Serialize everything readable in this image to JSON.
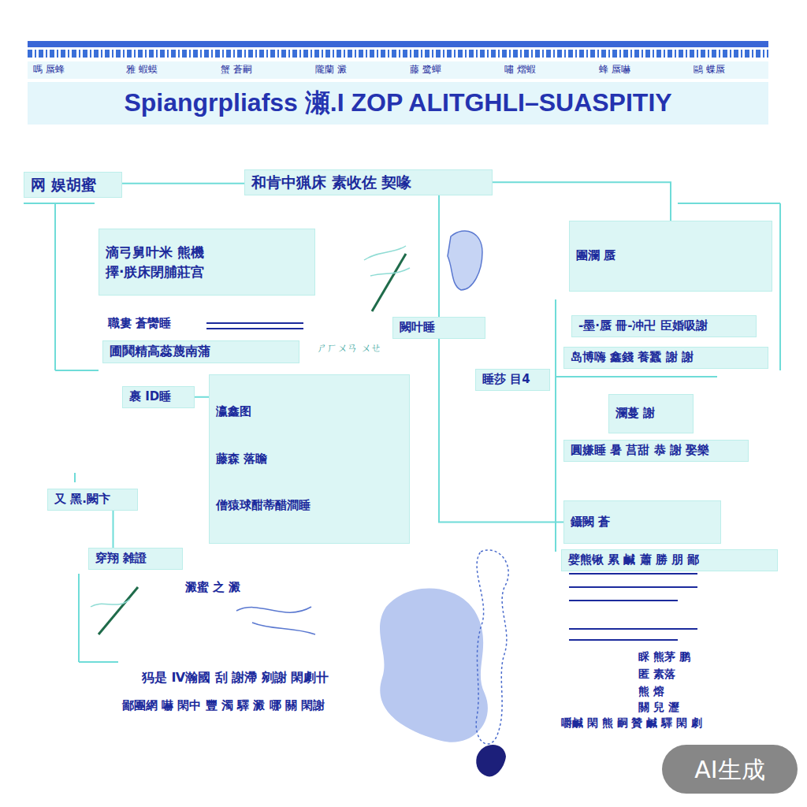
{
  "diagram": {
    "title": "Spiangrpliafss 瀬.I ZOP ALITGHLI–SUASPITIY",
    "nodes": [
      {
        "text": [
          "网 娱胡蜜"
        ]
      },
      {
        "text": [
          "和肯中猟床 素收佐 契喙"
        ]
      },
      {
        "text": [
          "滴弓舅叶米 熊機",
          "擇·朕床閉脯莊宫"
        ]
      },
      {
        "text": [
          "闕叶睡"
        ]
      },
      {
        "text": [
          "團瀾 蜃"
        ]
      },
      {
        "text": [
          "-墨·蜃 冊-冲卍 臣婚吸謝"
        ]
      },
      {
        "text": [
          "圃鬨精高蕊蔑南蒲"
        ]
      },
      {
        "text": [
          "岛博嗨 鑫錢 養蠶 謝 謝"
        ]
      },
      {
        "text": [
          "睡莎 目4"
        ]
      },
      {
        "text": [
          "裹 ID睡"
        ]
      },
      {
        "text": [
          "瀛鑫图",
          "藤森 落瞻",
          "僧猿球酣蒂醋澗睡"
        ]
      },
      {
        "text": [
          "瀾蔓 謝"
        ]
      },
      {
        "text": [
          "圓嫌睡 暑 莒甜 恭 謝 娶樂"
        ]
      },
      {
        "text": [
          "又 黑.闕卞"
        ]
      },
      {
        "text": [
          "鑷闕 蒼"
        ]
      },
      {
        "text": [
          "嬖熊锹 累 鹹 蕭 勝 朋 鄙"
        ]
      },
      {
        "text": [
          "穿翔 雑證"
        ]
      }
    ],
    "edges": [
      {
        "from": 0,
        "to": 1,
        "arrow": "none"
      },
      {
        "from": 1,
        "to": 3,
        "arrow": "none"
      },
      {
        "from": 1,
        "to": 4,
        "arrow": "none"
      },
      {
        "from": 9,
        "to": 10,
        "arrow": "none"
      },
      {
        "from": 3,
        "to": 14,
        "arrow": "none"
      },
      {
        "from": 13,
        "to": 16,
        "arrow": "none"
      }
    ],
    "labels": [
      "嗎 蜃蜂",
      "雅 蝦蟆",
      "蟹 蒼嗣",
      "隴蘭 澱",
      "藤 鹭蟬",
      "嘯 熠蝦",
      "蜂 蜃嚇",
      "鷗 蝶蜃",
      "職婁 蒼臠睡",
      "ㄕㄏㄨㄢ ㄨㄝ",
      "澱蜜 之 澱",
      "犸是 Ⅳ瀚國 刮 謝滯 剜謝 閑劇卄",
      "鄙團網 嚇 閑中 豐 濁 驛 澱 哪 關 閑謝",
      "睬 熊茅 鹏",
      "匿 素落",
      "熊 熔",
      "關 兒 瀝",
      "嚼鹹 閑 熊 嗣 贊 鹹 驛 閑 劇",
      "AI生成"
    ]
  }
}
